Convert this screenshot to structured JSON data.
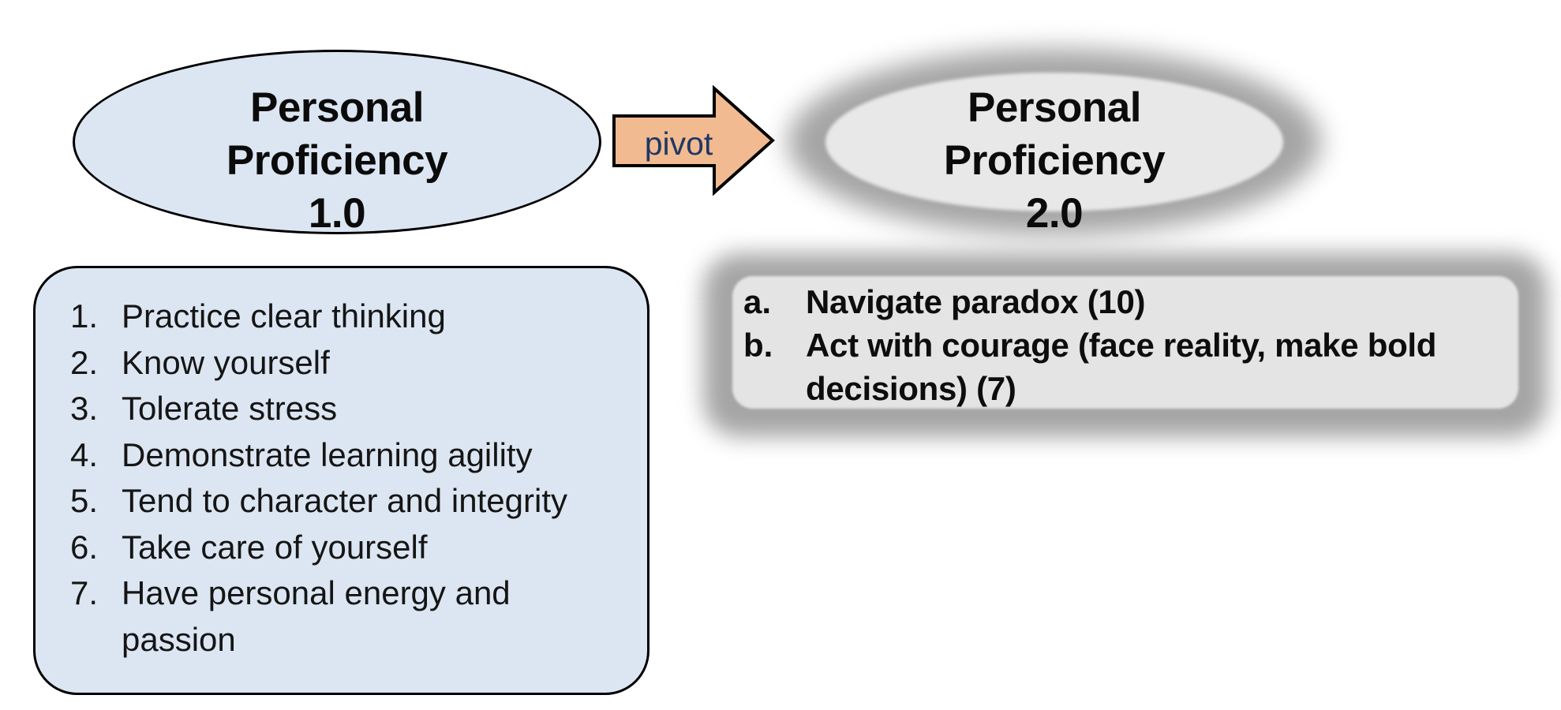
{
  "colors": {
    "light_blue_fill": "#dce6f2",
    "outline_black": "#000000",
    "arrow_fill": "#f1ba90",
    "arrow_label_navy": "#1f3864",
    "gray_glow": "#a5a5a5",
    "gray_ellipse_fill": "#e8e8e8",
    "gray_box_fill": "#e4e4e4",
    "text_black": "#0b0b0b"
  },
  "left_ellipse": {
    "lines": [
      "Personal",
      "Proficiency",
      "1.0"
    ]
  },
  "arrow": {
    "label": "pivot"
  },
  "right_ellipse": {
    "lines": [
      "Personal",
      "Proficiency",
      "2.0"
    ]
  },
  "left_list": {
    "items": [
      {
        "marker": "1.",
        "text": "Practice clear thinking"
      },
      {
        "marker": "2.",
        "text": "Know yourself"
      },
      {
        "marker": "3.",
        "text": "Tolerate stress"
      },
      {
        "marker": "4.",
        "text": "Demonstrate learning agility"
      },
      {
        "marker": "5.",
        "text": "Tend to character and integrity"
      },
      {
        "marker": "6.",
        "text": "Take care of yourself"
      },
      {
        "marker": "7.",
        "text": "Have personal energy and\npassion"
      }
    ]
  },
  "right_list": {
    "items": [
      {
        "marker": "a.",
        "text": "Navigate paradox (10)"
      },
      {
        "marker": "b.",
        "text": "Act with courage (face reality, make bold\ndecisions) (7)"
      }
    ]
  }
}
